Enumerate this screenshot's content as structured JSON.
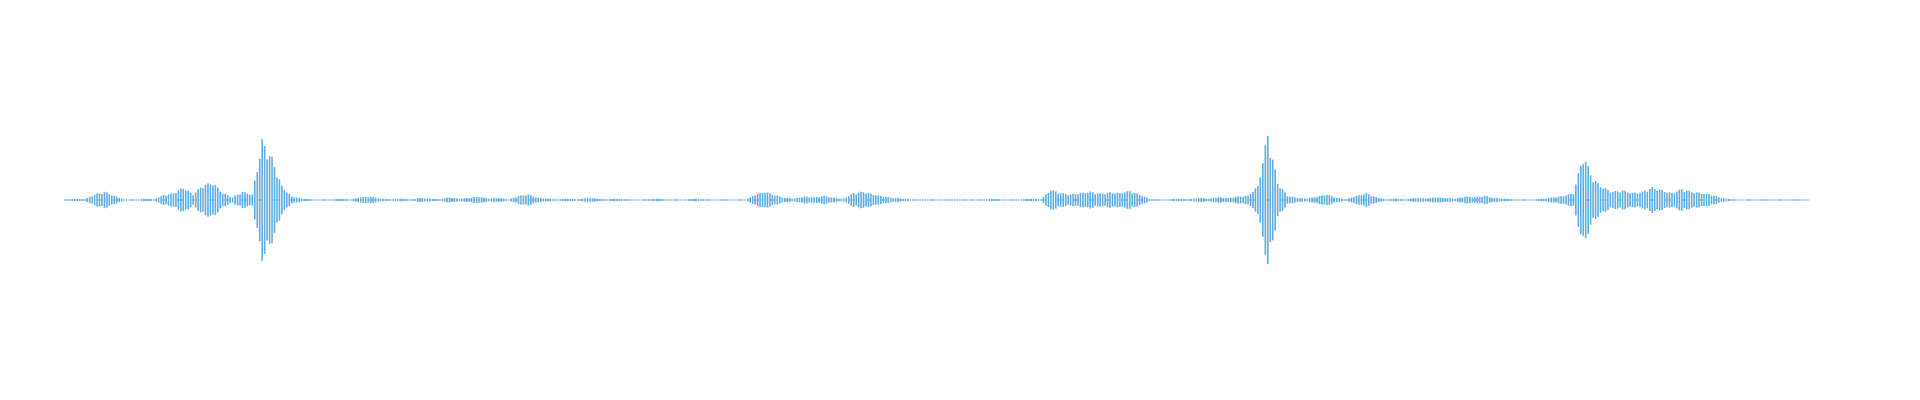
{
  "waveform": {
    "color": "#5dade2",
    "amplitude_peaks": [
      0.0,
      0.02,
      0.01,
      0.08,
      0.12,
      0.06,
      0.01,
      0.0,
      0.02,
      0.01,
      0.07,
      0.1,
      0.18,
      0.08,
      0.22,
      0.25,
      0.1,
      0.04,
      0.12,
      0.08,
      0.85,
      0.6,
      0.2,
      0.05,
      0.02,
      0.01,
      0.0,
      0.01,
      0.02,
      0.01,
      0.04,
      0.05,
      0.02,
      0.01,
      0.02,
      0.01,
      0.03,
      0.02,
      0.01,
      0.04,
      0.02,
      0.03,
      0.05,
      0.02,
      0.03,
      0.01,
      0.06,
      0.08,
      0.03,
      0.02,
      0.01,
      0.02,
      0.01,
      0.03,
      0.02,
      0.01,
      0.02,
      0.01,
      0.0,
      0.01,
      0.02,
      0.01,
      0.0,
      0.01,
      0.02,
      0.01,
      0.0,
      0.01,
      0.0,
      0.0,
      0.08,
      0.12,
      0.07,
      0.03,
      0.02,
      0.05,
      0.04,
      0.06,
      0.03,
      0.02,
      0.1,
      0.12,
      0.08,
      0.05,
      0.03,
      0.02,
      0.01,
      0.0,
      0.01,
      0.0,
      0.01,
      0.0,
      0.01,
      0.0,
      0.02,
      0.01,
      0.0,
      0.01,
      0.02,
      0.01,
      0.15,
      0.1,
      0.08,
      0.1,
      0.12,
      0.09,
      0.11,
      0.1,
      0.13,
      0.08,
      0.02,
      0.0,
      0.01,
      0.02,
      0.01,
      0.03,
      0.02,
      0.04,
      0.03,
      0.05,
      0.06,
      0.2,
      0.95,
      0.25,
      0.06,
      0.03,
      0.02,
      0.05,
      0.08,
      0.03,
      0.01,
      0.06,
      0.1,
      0.04,
      0.01,
      0.02,
      0.01,
      0.03,
      0.02,
      0.04,
      0.03,
      0.02,
      0.05,
      0.04,
      0.06,
      0.03,
      0.02,
      0.01,
      0.0,
      0.01,
      0.02,
      0.04,
      0.06,
      0.1,
      0.65,
      0.3,
      0.18,
      0.12,
      0.14,
      0.1,
      0.12,
      0.18,
      0.14,
      0.1,
      0.16,
      0.12,
      0.1,
      0.08,
      0.03,
      0.01,
      0.0,
      0.01,
      0.0,
      0.01,
      0.0,
      0.01,
      0.0,
      0.0
    ]
  }
}
